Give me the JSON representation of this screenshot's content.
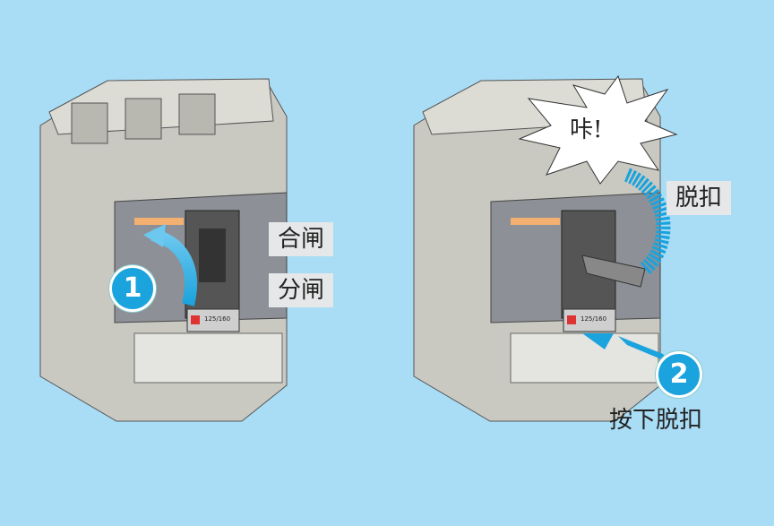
{
  "labels": {
    "close": "合闸",
    "open": "分闸",
    "click_sound": "咔!",
    "trip": "脱扣",
    "press_trip": "按下脱扣"
  },
  "steps": {
    "step1": "1",
    "step2": "2"
  },
  "breaker": {
    "rating": "125/160"
  },
  "colors": {
    "background": "#a9dcf5",
    "accent": "#1aa3dd",
    "body": "#c9c9c2",
    "faceplate": "#8d9096"
  }
}
